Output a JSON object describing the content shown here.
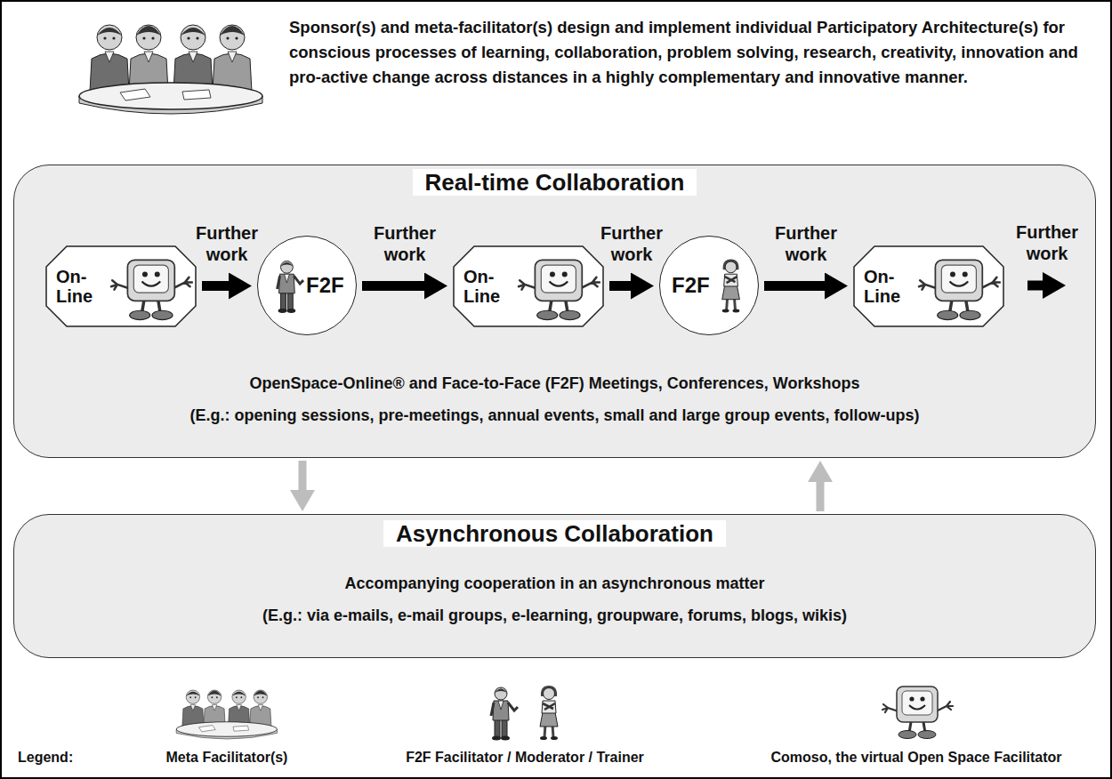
{
  "diagram": {
    "nodes": [
      {
        "text": [
          "Real-time Collaboration",
          "OpenSpace-Online® and Face-to-Face (F2F) Meetings, Conferences, Workshops",
          "(E.g.: opening sessions, pre-meetings, annual events, small and large group events, follow-ups)"
        ]
      },
      {
        "text": [
          "On-Line"
        ],
        "in": 0
      },
      {
        "text": [
          "F2F"
        ],
        "in": 0
      },
      {
        "text": [
          "On-Line"
        ],
        "in": 0
      },
      {
        "text": [
          "F2F"
        ],
        "in": 0
      },
      {
        "text": [
          "On-Line"
        ],
        "in": 0
      },
      {
        "text": [
          "Asynchronous Collaboration",
          "Accompanying cooperation in an asynchronous matter",
          "(E.g.: via e-mails, e-mail groups, e-learning, groupware, forums, blogs, wikis)"
        ]
      }
    ],
    "edges": [
      {
        "from": 1,
        "to": 2,
        "label": "Further work",
        "arrow": "to"
      },
      {
        "from": 2,
        "to": 3,
        "label": "Further work",
        "arrow": "to"
      },
      {
        "from": 3,
        "to": 4,
        "label": "Further work",
        "arrow": "to"
      },
      {
        "from": 4,
        "to": 5,
        "label": "Further work",
        "arrow": "to"
      },
      {
        "from": 0,
        "to": 6,
        "arrow": "to"
      },
      {
        "from": 6,
        "to": 0,
        "arrow": "to"
      }
    ],
    "labels": [
      "Sponsor(s) and meta-facilitator(s) design and implement individual Participatory Architecture(s) for conscious processes of learning, collaboration, problem solving, research, creativity, innovation and pro-active change across distances in a highly complementary and innovative manner.",
      "Further work",
      "Legend:"
    ],
    "legend": [
      {
        "text": "Meta Facilitator(s)"
      },
      {
        "text": "F2F Facilitator / Moderator / Trainer"
      },
      {
        "text": "Comoso, the virtual Open Space Facilitator"
      }
    ]
  }
}
